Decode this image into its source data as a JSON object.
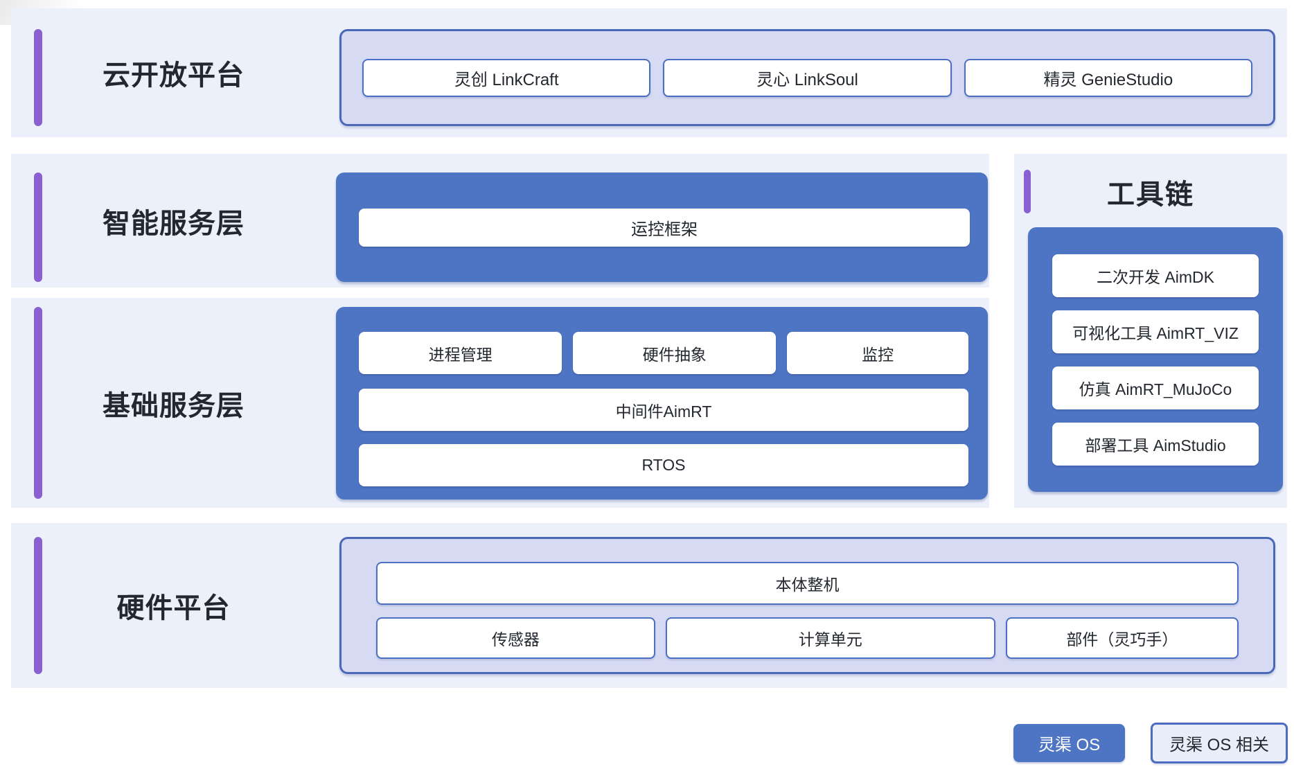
{
  "sections": {
    "cloud": {
      "title": "云开放平台",
      "items": [
        "灵创 LinkCraft",
        "灵心 LinkSoul",
        "精灵 GenieStudio"
      ]
    },
    "intelligent": {
      "title": "智能服务层",
      "items": [
        "运控框架"
      ]
    },
    "toolchain": {
      "title": "工具链",
      "items": [
        "二次开发 AimDK",
        "可视化工具 AimRT_VIZ",
        "仿真 AimRT_MuJoCo",
        "部署工具 AimStudio"
      ]
    },
    "basic": {
      "title": "基础服务层",
      "row1": [
        "进程管理",
        "硬件抽象",
        "监控"
      ],
      "middleware": "中间件AimRT",
      "rtos": "RTOS"
    },
    "hardware": {
      "title": "硬件平台",
      "main": "本体整机",
      "items": [
        "传感器",
        "计算单元",
        "部件（灵巧手）"
      ]
    }
  },
  "legend": {
    "os": "灵渠 OS",
    "related": "灵渠 OS 相关"
  },
  "colors": {
    "blue": "#4E74C4",
    "purple": "#8A5FD0",
    "section_bg": "#ECF0FA",
    "light_panel": "#D6DAF2",
    "box_border": "#4A6FC3",
    "panel_border": "#4A67B8",
    "text": "#23272E",
    "legend_light_bg": "#E9EDF9",
    "legend_border": "#4D6CC1"
  }
}
